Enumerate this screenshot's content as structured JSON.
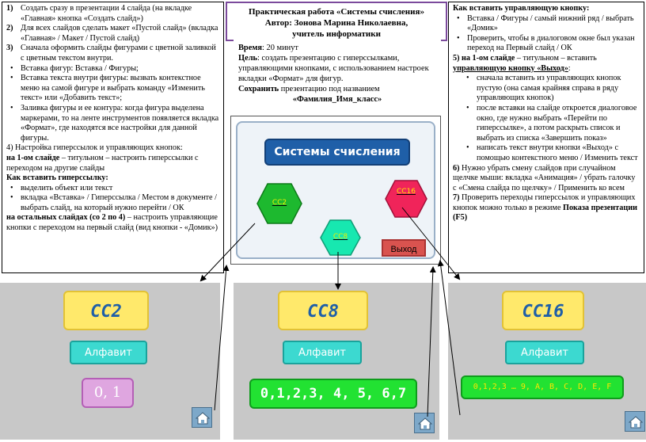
{
  "title": {
    "line1": "Практическая работа «Системы счисления»",
    "line2": "Автор: Зонова Марина Николаевна,",
    "line3": "учитель информатики"
  },
  "left": {
    "item1_num": "1)",
    "item1": "Создать сразу в презентации 4 слайда (на вкладке «Главная» кнопка «Создать слайд»)",
    "item2_num": "2)",
    "item2": "Для всех слайдов сделать макет «Пустой слайд» (вкладка «Главная» / Макет / Пустой слайд)",
    "item3_num": "3)",
    "item3": "Сначала оформить слайды фигурами с цветной заливкой с цветным текстом внутри.",
    "bullet1": "Вставка фигур: Вставка / Фигуры;",
    "bullet2": "Вставка текста внутри фигуры: вызвать контекстное меню на самой фигуре и выбрать команду «Изменить текст» или «Добавить текст»;",
    "bullet3": "Заливка фигуры и ее контура: когда фигура выделена маркерами, то на ленте инструментов появляется вкладка «Формат», где находятся все настройки для данной фигуры.",
    "item4": "4) Настройка гиперссылок и управляющих кнопок:",
    "item4_b": "на 1-ом слайде",
    "item4_rest": " – титульном – настроить гиперссылки с переходом на другие слайды",
    "how_hyper": "Как вставить гиперссылку:",
    "hb1": "выделить объект или текст",
    "hb2": "вкладка «Вставка» / Гиперссылка / Местом в документе / выбрать слайд, на который нужно перейти / ОК",
    "others_b": "на остальных слайдах (со 2 по 4)",
    "others_rest": " – настроить управляющие кнопки с переходом на первый слайд (вид кнопки - «Домик»)"
  },
  "center": {
    "time_label": "Время",
    "time_value": ": 20 минут",
    "goal_label": "Цель",
    "goal_value": ": создать презентацию с гиперссылками, управляющими кнопками, с использованием настроек вкладки «Формат» для фигур.",
    "save_label": "Сохранить",
    "save_value": " презентацию под названием",
    "save_name": "«Фамилия_Имя_класс»"
  },
  "preview": {
    "title": "Системы счисления",
    "hex1": "СС2",
    "hex2": "СС8",
    "hex3": "СС16",
    "exit": "Выход",
    "colors": {
      "hex1": "#1db92f",
      "hex2": "#17e8b0",
      "hex3": "#f0245a"
    }
  },
  "right": {
    "how_btn": "Как вставить управляющую кнопку:",
    "rb1": "Вставка / Фигуры / самый нижний ряд / выбрать «Домик»",
    "rb2": "Проверить, чтобы в диалоговом окне был указан переход на Первый слайд / ОК",
    "item5_pre": "5) ",
    "item5_b": "на 1-ом слайде",
    "item5_rest": " – титульном – вставить ",
    "item5_u": "управляющую кнопку «Выход»",
    "item5_end": ":",
    "rb3": "сначала вставить из управляющих кнопок пустую (она самая крайняя справа в ряду управляющих кнопок)",
    "rb4": "после вставки на слайде откроется диалоговое окно, где нужно выбрать «Перейти по гиперссылке», а потом раскрыть список и выбрать из списка «Завершить показ»",
    "rb5": "написать текст внутри кнопки «Выход» с помощью контекстного меню / Изменить текст",
    "item6_b": "6)",
    "item6": " Нужно убрать смену слайдов при случайном щелчке мыши: вкладка «Анимация» / убрать галочку с «Смена слайда по щелчку» / Применить ко всем",
    "item7_b": "7)",
    "item7": " Проверить переходы гиперссылок и управляющих кнопок можно только в режиме ",
    "item7_end": "Показа презентации (F5)"
  },
  "slides": [
    {
      "title": "СС2",
      "button": "Алфавит",
      "values": "0, 1"
    },
    {
      "title": "СС8",
      "button": "Алфавит",
      "values": "0,1,2,3, 4, 5, 6,7"
    },
    {
      "title": "СС16",
      "button": "Алфавит",
      "values": "0,1,2,3 … 9, A, B, C, D, E, F"
    }
  ]
}
